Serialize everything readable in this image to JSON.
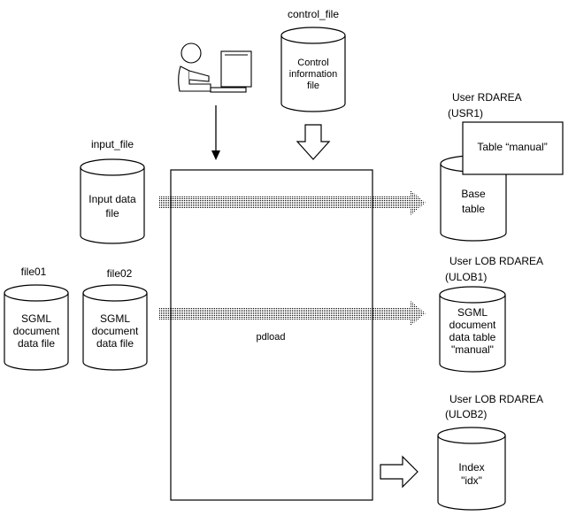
{
  "control_file": {
    "label": "control_file",
    "line1": "Control",
    "line2": "information",
    "line3": "file"
  },
  "input_file": {
    "label": "input_file",
    "line1": "Input data",
    "line2": "file"
  },
  "file01": {
    "label": "file01",
    "line1": "SGML",
    "line2": "document",
    "line3": "data file"
  },
  "file02": {
    "label": "file02",
    "line1": "SGML",
    "line2": "document",
    "line3": "data file"
  },
  "utility": {
    "label": "pdload"
  },
  "usr1": {
    "label1": "User RDAREA",
    "label2": "(USR1)",
    "table_label": "Table “manual”",
    "db_line1": "Base",
    "db_line2": "table"
  },
  "ulob1": {
    "label1": "User LOB RDAREA",
    "label2": "(ULOB1)",
    "line1": "SGML",
    "line2": "document",
    "line3": "data table",
    "line4": "\"manual\""
  },
  "ulob2": {
    "label1": "User LOB RDAREA",
    "label2": "(ULOB2)",
    "line1": "Index",
    "line2": "\"idx\""
  }
}
